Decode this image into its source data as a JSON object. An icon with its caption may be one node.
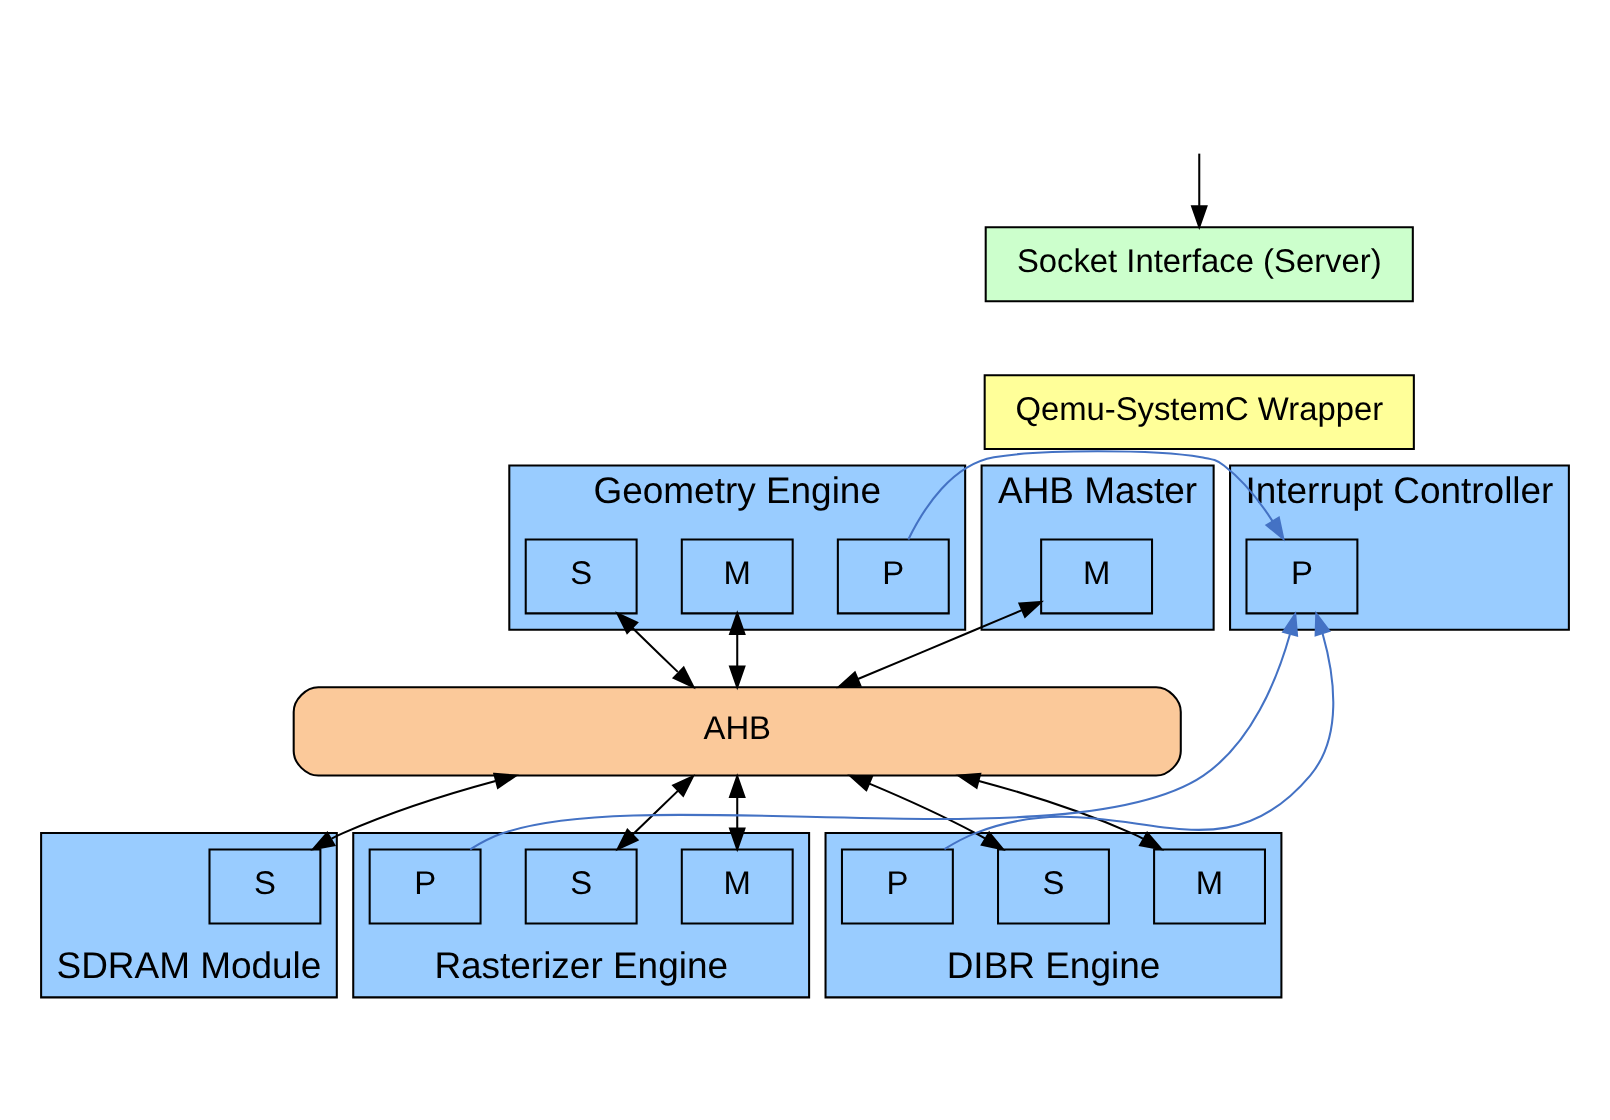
{
  "diagram": {
    "nodes": [
      {
        "text": [
          "Socket Interface (Server)"
        ]
      },
      {
        "text": [
          "Qemu-SystemC Wrapper"
        ]
      },
      {
        "text": [
          "AHB Master"
        ]
      },
      {
        "text": [
          "M"
        ],
        "in": 2
      },
      {
        "text": [
          "Interrupt Controller"
        ]
      },
      {
        "text": [
          "P"
        ],
        "in": 4
      },
      {
        "text": [
          "Geometry Engine"
        ]
      },
      {
        "text": [
          "P"
        ],
        "in": 6
      },
      {
        "text": [
          "M"
        ],
        "in": 6
      },
      {
        "text": [
          "S"
        ],
        "in": 6
      },
      {
        "text": [
          "AHB"
        ]
      },
      {
        "text": [
          "SDRAM Module"
        ]
      },
      {
        "text": [
          "S"
        ],
        "in": 11
      },
      {
        "text": [
          "Rasterizer Engine"
        ]
      },
      {
        "text": [
          "M"
        ],
        "in": 13
      },
      {
        "text": [
          "S"
        ],
        "in": 13
      },
      {
        "text": [
          "P"
        ],
        "in": 13
      },
      {
        "text": [
          "DIBR Engine"
        ]
      },
      {
        "text": [
          "M"
        ],
        "in": 17
      },
      {
        "text": [
          "S"
        ],
        "in": 17
      },
      {
        "text": [
          "P"
        ],
        "in": 17
      }
    ],
    "edges": [
      {
        "from": null,
        "to": 0,
        "arrow": "to"
      },
      {
        "from": 3,
        "to": 10,
        "arrow": "both"
      },
      {
        "from": 8,
        "to": 10,
        "arrow": "both"
      },
      {
        "from": 9,
        "to": 10,
        "arrow": "both"
      },
      {
        "from": 7,
        "to": 5,
        "arrow": "to",
        "color": "#4472c4"
      },
      {
        "from": 16,
        "to": 5,
        "arrow": "to",
        "color": "#4472c4"
      },
      {
        "from": 20,
        "to": 5,
        "arrow": "to",
        "color": "#4472c4"
      },
      {
        "from": 10,
        "to": 12,
        "arrow": "both"
      },
      {
        "from": 10,
        "to": 14,
        "arrow": "both"
      },
      {
        "from": 10,
        "to": 15,
        "arrow": "both"
      },
      {
        "from": 10,
        "to": 18,
        "arrow": "both"
      },
      {
        "from": 10,
        "to": 19,
        "arrow": "both"
      }
    ]
  }
}
